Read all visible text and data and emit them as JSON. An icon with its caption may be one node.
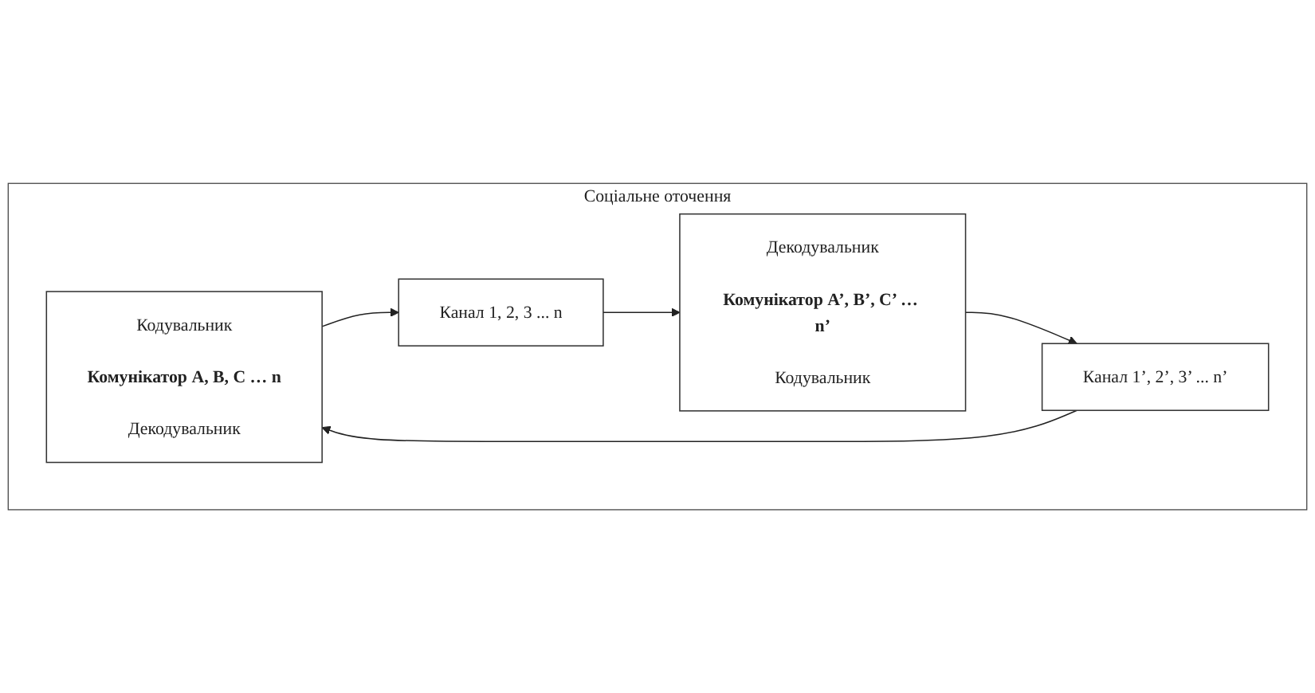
{
  "diagram": {
    "nodes": [
      {
        "text": [
          "Соціальне оточення"
        ]
      },
      {
        "text": [
          "Кодувальник",
          "Комунікатор A, B, C … n",
          "Декодувальник"
        ],
        "in": 0
      },
      {
        "text": [
          "Канал 1, 2, 3 ... n"
        ],
        "in": 0
      },
      {
        "text": [
          "Декодувальник",
          "Комунікатор A’, B’, C’ … n’",
          "Кодувальник"
        ],
        "in": 0
      },
      {
        "text": [
          "Канал 1’, 2’, 3’ ... n’"
        ],
        "in": 0
      }
    ],
    "edges": [
      {
        "from": 1,
        "to": 2,
        "arrow": "to"
      },
      {
        "from": 2,
        "to": 3,
        "arrow": "to"
      },
      {
        "from": 3,
        "to": 4,
        "arrow": "to"
      },
      {
        "from": 4,
        "to": 1,
        "arrow": "to"
      }
    ]
  }
}
